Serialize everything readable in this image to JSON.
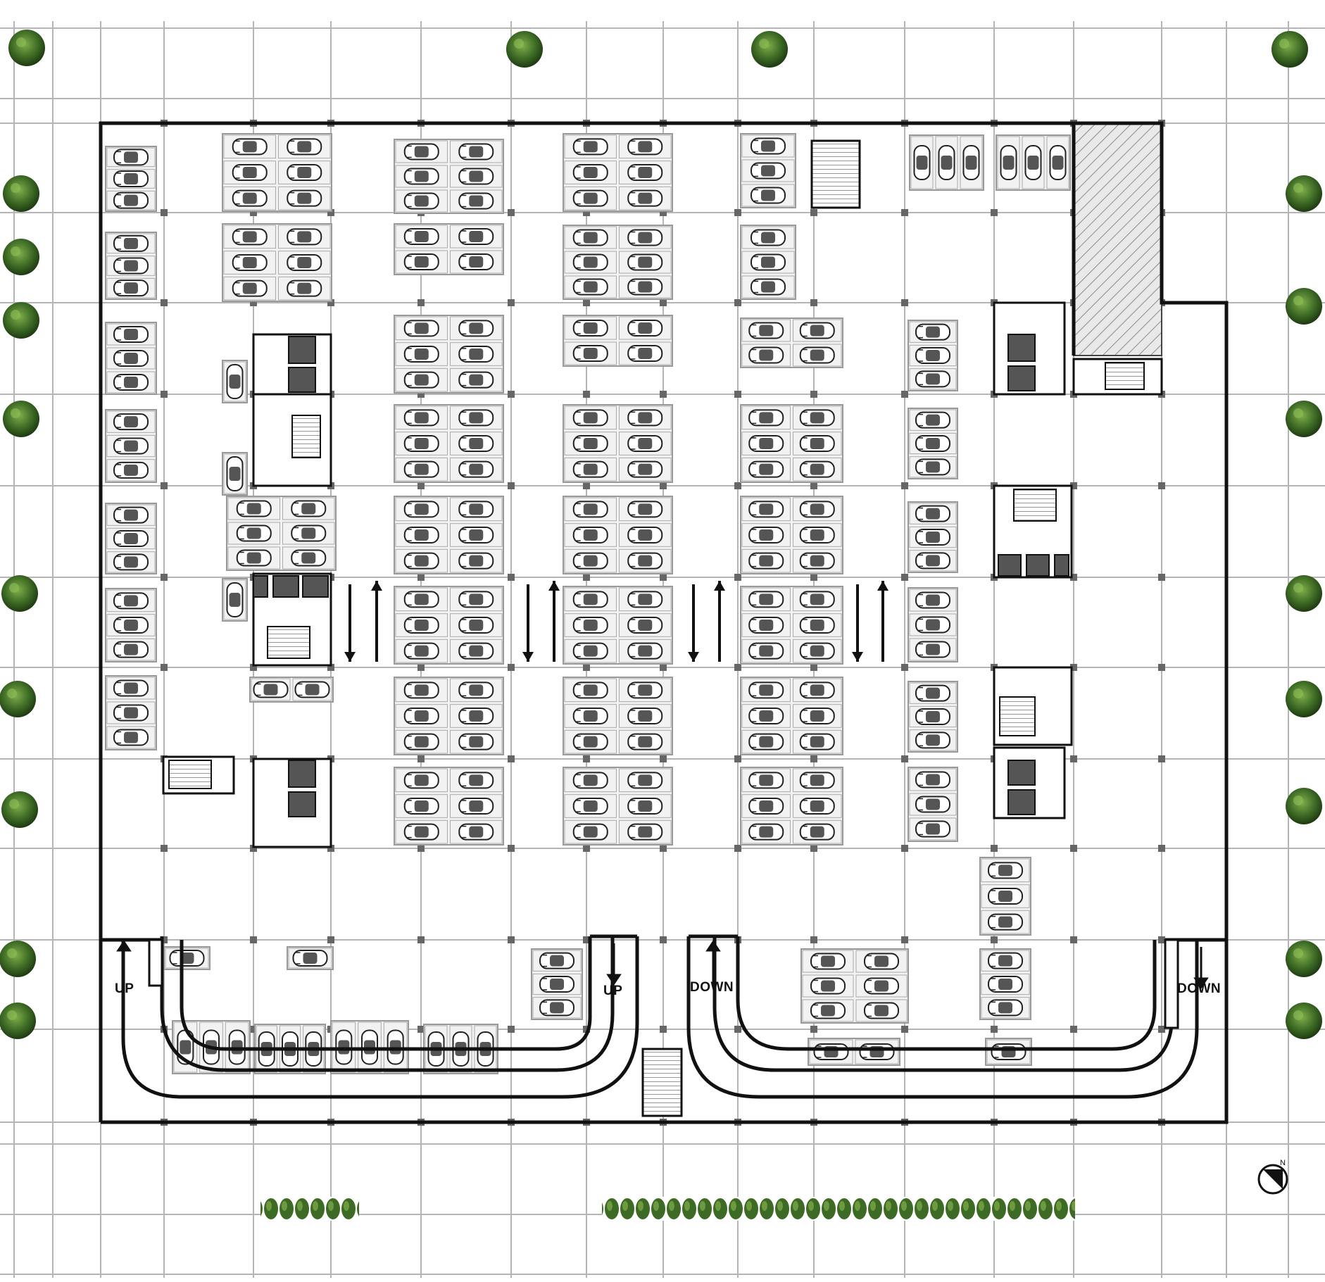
{
  "ramps": [
    {
      "label": "UP"
    },
    {
      "label": "UP"
    },
    {
      "label": "DOWN"
    },
    {
      "label": "DOWN"
    }
  ],
  "colors": {
    "walls": "#111111",
    "grid": "#b5b5b5",
    "car_bay": "#cfcfcf",
    "core_fill": "#555555",
    "hatched_zone": "#9a9a9a",
    "trees": "#3d6b25"
  },
  "icons": {
    "north": "north-arrow-icon",
    "tree": "tree-icon",
    "car": "car-icon",
    "flow": "traffic-arrow-icon"
  }
}
